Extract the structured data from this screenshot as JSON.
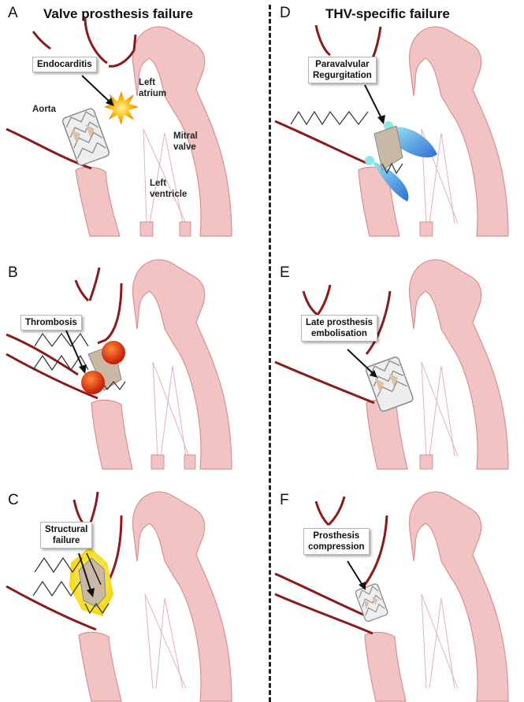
{
  "headings": {
    "left": "Valve prosthesis failure",
    "right": "THV-specific failure"
  },
  "panels": [
    {
      "letter": "A",
      "callout_lines": [
        "Endocarditis"
      ]
    },
    {
      "letter": "B",
      "callout_lines": [
        "Thrombosis"
      ]
    },
    {
      "letter": "C",
      "callout_lines": [
        "Structural",
        "failure"
      ]
    },
    {
      "letter": "D",
      "callout_lines": [
        "Paravalvular",
        "Regurgitation"
      ]
    },
    {
      "letter": "E",
      "callout_lines": [
        "Late prosthesis",
        "embolisation"
      ]
    },
    {
      "letter": "F",
      "callout_lines": [
        "Prosthesis",
        "compression"
      ]
    }
  ],
  "anatomy_labels": {
    "aorta": "Aorta",
    "left_atrium": [
      "Left",
      "atrium"
    ],
    "mitral_valve": [
      "Mitral",
      "valve"
    ],
    "left_ventricle": [
      "Left",
      "ventricle"
    ]
  },
  "colors": {
    "aorta_wall": "#8b1a1a",
    "heart_tissue": "#f1c3c3",
    "heart_edge": "#d89090",
    "stent": "#9a9a9a",
    "leaflet": "#dcc0a8",
    "endocarditis": "#ffae00",
    "thrombus": "#d83a0c",
    "regurgitation": "#4aa3ee",
    "structural_glow": "#ffe94a"
  },
  "icons": {
    "endocarditis": "vegetation-burst-icon",
    "thrombosis": "thrombus-icon",
    "structural": "leaflet-tear-glow-icon",
    "paravalvular": "regurgitant-jet-icon",
    "embolisation": "displaced-valve-icon",
    "compression": "compressed-stent-icon"
  }
}
